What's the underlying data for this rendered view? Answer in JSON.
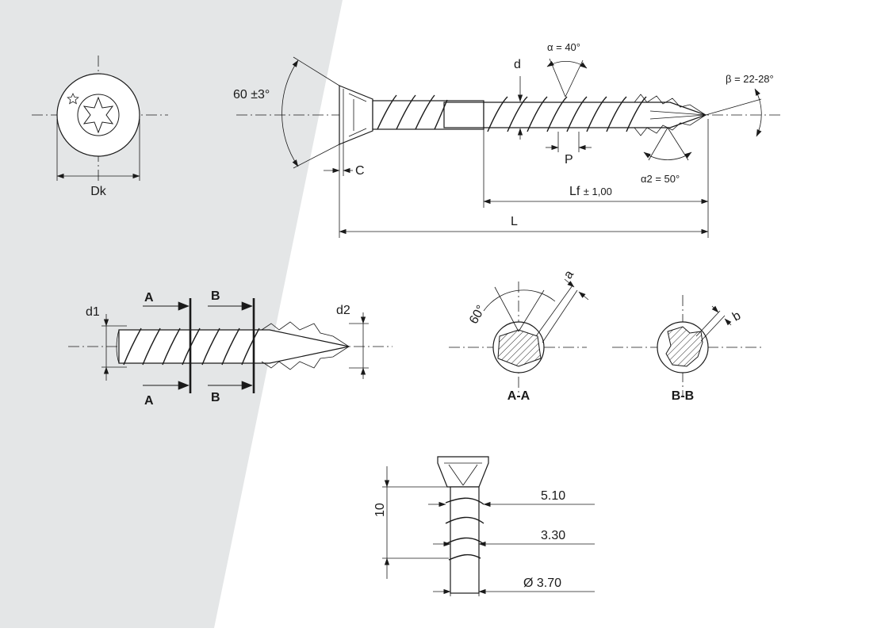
{
  "colors": {
    "background": "#ffffff",
    "panel": "#e4e6e7",
    "ink": "#1a1a1a"
  },
  "views": {
    "head_top": {
      "dk": "Dk"
    },
    "side": {
      "head_angle": "60 ±3°",
      "c": "C",
      "d": "d",
      "alpha": "α = 40°",
      "beta": "β = 22-28°",
      "p": "P",
      "alpha2": "α2 = 50°",
      "lf": "Lf",
      "lf_tol": "± 1,00",
      "l": "L"
    },
    "tip": {
      "d1": "d1",
      "d2": "d2",
      "a_top": "A",
      "a_bottom": "A",
      "b_top": "B",
      "b_bottom": "B"
    },
    "section_aa": {
      "angle": "60°",
      "a": "a",
      "title": "A-A"
    },
    "section_bb": {
      "b": "b",
      "title": "B-B"
    },
    "detail": {
      "height": "10",
      "outer": "5.10",
      "core": "3.30",
      "diameter": "Ø 3.70"
    }
  }
}
